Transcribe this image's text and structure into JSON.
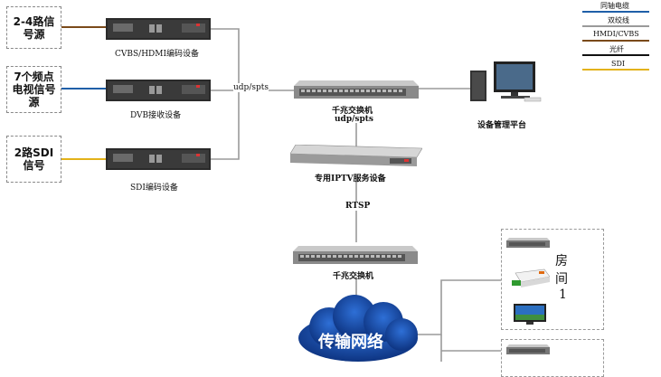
{
  "legend": [
    {
      "label": "同轴电缆",
      "color": "#1f5fa8"
    },
    {
      "label": "双绞线",
      "color": "#9a9a9a"
    },
    {
      "label": "HMDI/CVBS",
      "color": "#7a4a1a"
    },
    {
      "label": "光纤",
      "color": "#111111"
    },
    {
      "label": "SDI",
      "color": "#e3b21a"
    }
  ],
  "sources": [
    {
      "label": "2-4路信号源"
    },
    {
      "label": "7个频点电视信号源"
    },
    {
      "label": "2路SDI信号"
    }
  ],
  "devices": {
    "encoder_cvbs": "CVBS/HDMI编码设备",
    "dvb_receiver": "DVB接收设备",
    "encoder_sdi": "SDI编码设备",
    "link_label": "udp/spts",
    "switch_top": "千兆交换机",
    "switch_top_sub": "udp/spts",
    "mgmt": "设备管理平台",
    "iptv": "专用IPTV服务设备",
    "rtsp": "RTSP",
    "switch_bottom": "千兆交换机",
    "network": "传输网络",
    "room1_label": "房间1",
    "room1_chars": [
      "房",
      "间",
      "1"
    ]
  }
}
